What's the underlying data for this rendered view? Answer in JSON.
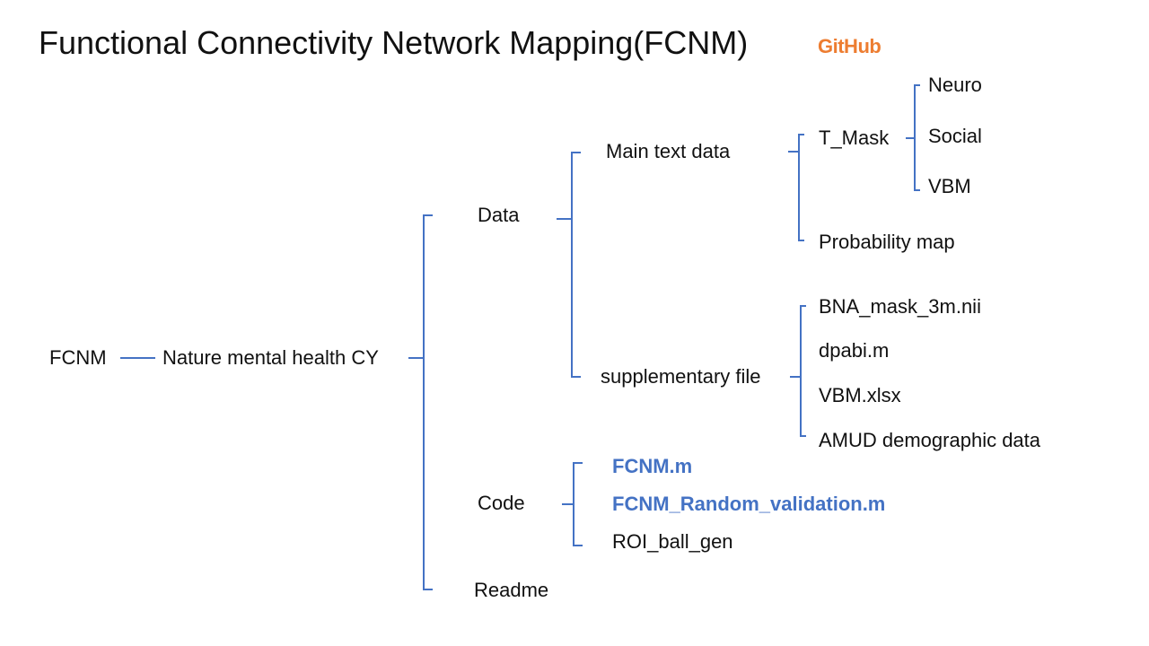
{
  "title": "Functional Connectivity Network Mapping(FCNM)",
  "github_label": "GitHub",
  "colors": {
    "line": "#4472C4",
    "github": "#ED7D31",
    "highlight": "#4472C4",
    "text": "#111111"
  },
  "nodes": {
    "root": "FCNM",
    "paper": "Nature mental health CY",
    "data": "Data",
    "code": "Code",
    "readme": "Readme",
    "main_text_data": "Main text data",
    "supplementary_file": "supplementary file",
    "t_mask": "T_Mask",
    "probability_map": "Probability map",
    "neuro": "Neuro",
    "social": "Social",
    "vbm": "VBM",
    "bna_mask": "BNA_mask_3m.nii",
    "dpabi": "dpabi.m",
    "vbm_xlsx": "VBM.xlsx",
    "amud": "AMUD demographic data",
    "fcnm_m": "FCNM.m",
    "fcnm_random": "FCNM_Random_validation.m",
    "roi_ball": "ROI_ball_gen"
  }
}
